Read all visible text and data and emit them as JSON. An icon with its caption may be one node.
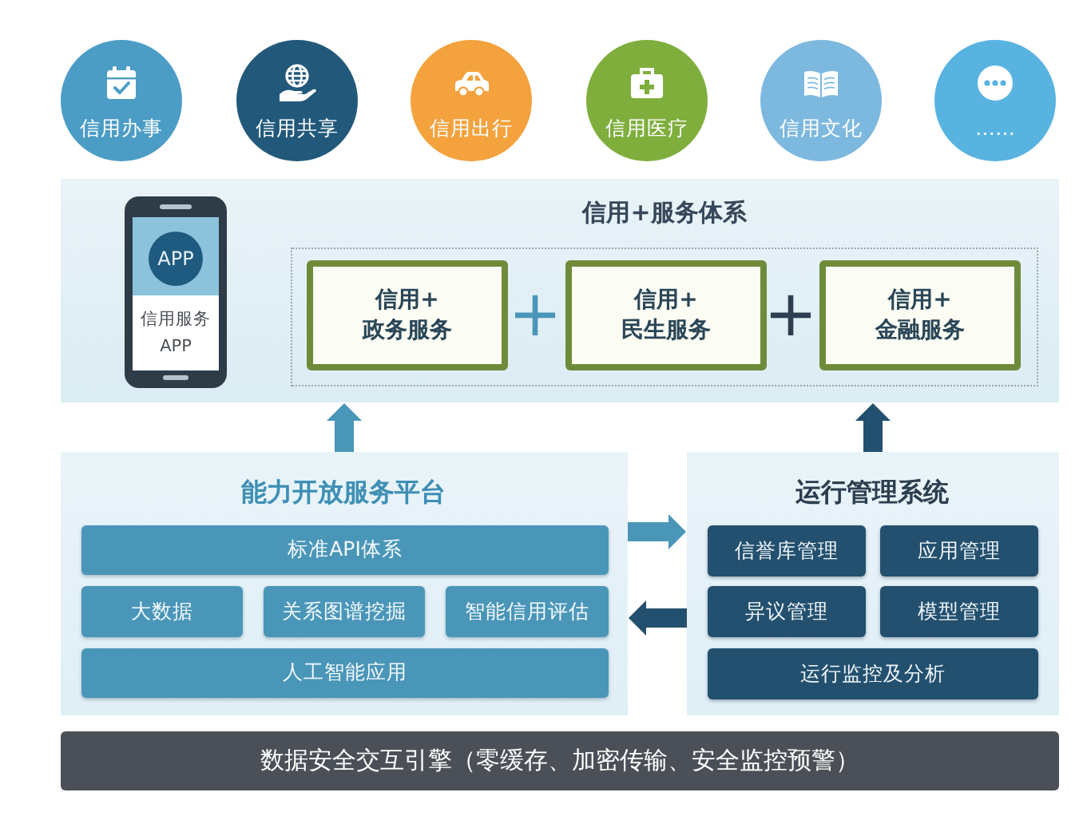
{
  "diagram": {
    "nodes": [
      {
        "text": [
          "信用办事"
        ]
      },
      {
        "text": [
          "信用共享"
        ]
      },
      {
        "text": [
          "信用出行"
        ]
      },
      {
        "text": [
          "信用医疗"
        ]
      },
      {
        "text": [
          "信用文化"
        ]
      },
      {
        "text": [
          "……"
        ]
      },
      {
        "text": [
          "信用+服务体系"
        ]
      },
      {
        "text": [
          "APP",
          "信用服务 APP"
        ],
        "in": 6
      },
      {
        "text": [],
        "shape": "box",
        "in": 6
      },
      {
        "text": [
          "信用+",
          "政务服务"
        ],
        "in": 8
      },
      {
        "text": [
          "信用+",
          "民生服务"
        ],
        "in": 8
      },
      {
        "text": [
          "信用+",
          "金融服务"
        ],
        "in": 8
      },
      {
        "text": [
          "能力开放服务平台"
        ]
      },
      {
        "text": [
          "标准API体系"
        ],
        "in": 12
      },
      {
        "text": [
          "大数据"
        ],
        "in": 12
      },
      {
        "text": [
          "关系图谱挖掘"
        ],
        "in": 12
      },
      {
        "text": [
          "智能信用评估"
        ],
        "in": 12
      },
      {
        "text": [
          "人工智能应用"
        ],
        "in": 12
      },
      {
        "text": [
          "运行管理系统"
        ]
      },
      {
        "text": [
          "信誉库管理"
        ],
        "in": 18
      },
      {
        "text": [
          "应用管理"
        ],
        "in": 18
      },
      {
        "text": [
          "异议管理"
        ],
        "in": 18
      },
      {
        "text": [
          "模型管理"
        ],
        "in": 18
      },
      {
        "text": [
          "运行监控及分析"
        ],
        "in": 18
      },
      {
        "text": [
          "数据安全交互引擎（零缓存、加密传输、安全监控预警）"
        ]
      }
    ],
    "edges": [
      {
        "from": 12,
        "to": 6,
        "arrow": "to",
        "color": "#4a96b8"
      },
      {
        "from": 18,
        "to": 6,
        "arrow": "to",
        "color": "#23506e"
      },
      {
        "from": 12,
        "to": 18,
        "arrow": "to",
        "color": "#4a96b8"
      },
      {
        "from": 18,
        "to": 12,
        "arrow": "to",
        "color": "#23506e"
      }
    ],
    "labels": [
      "+",
      "+"
    ]
  }
}
